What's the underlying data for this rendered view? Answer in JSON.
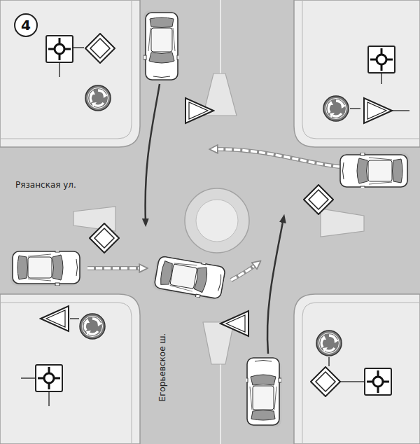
{
  "diagram": {
    "nodes": [
      {
        "text": [
          "4"
        ]
      }
    ],
    "labels": [
      "Рязанская ул.",
      "Егорьевское ш."
    ]
  }
}
